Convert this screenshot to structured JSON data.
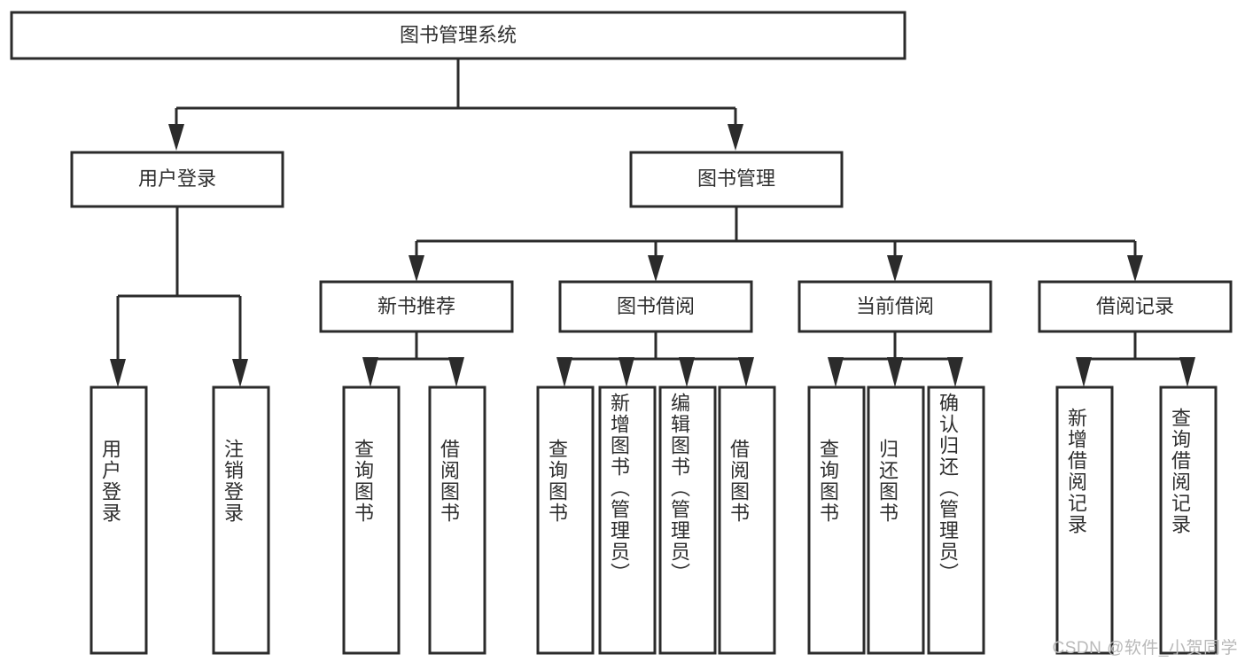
{
  "diagram": {
    "type": "tree-hierarchy-chart",
    "title": "图书管理系统",
    "stroke_color": "#2b2b2b",
    "text_color": "#2e2e2e",
    "background_color": "#ffffff",
    "root": {
      "label": "图书管理系统",
      "orientation": "horizontal"
    },
    "level1": [
      {
        "label": "用户登录",
        "orientation": "horizontal"
      },
      {
        "label": "图书管理",
        "orientation": "horizontal"
      }
    ],
    "level2": [
      {
        "label": "新书推荐",
        "orientation": "horizontal"
      },
      {
        "label": "图书借阅",
        "orientation": "horizontal"
      },
      {
        "label": "当前借阅",
        "orientation": "horizontal"
      },
      {
        "label": "借阅记录",
        "orientation": "horizontal"
      }
    ],
    "leaves": {
      "user_login": [
        {
          "label": "用户登录",
          "orientation": "vertical"
        },
        {
          "label": "注销登录",
          "orientation": "vertical"
        }
      ],
      "new_book_recommend": [
        {
          "label": "查询图书",
          "orientation": "vertical"
        },
        {
          "label": "借阅图书",
          "orientation": "vertical"
        }
      ],
      "book_borrow": [
        {
          "label": "查询图书",
          "orientation": "vertical"
        },
        {
          "label": "新增图书（管理员）",
          "orientation": "vertical"
        },
        {
          "label": "编辑图书（管理员）",
          "orientation": "vertical"
        },
        {
          "label": "借阅图书",
          "orientation": "vertical"
        }
      ],
      "current_borrow": [
        {
          "label": "查询图书",
          "orientation": "vertical"
        },
        {
          "label": "归还图书",
          "orientation": "vertical"
        },
        {
          "label": "确认归还（管理员）",
          "orientation": "vertical"
        }
      ],
      "borrow_record": [
        {
          "label": "新增借阅记录",
          "orientation": "vertical"
        },
        {
          "label": "查询借阅记录",
          "orientation": "vertical"
        }
      ]
    }
  },
  "watermark": {
    "text": "CSDN @软件_小贺同学"
  }
}
